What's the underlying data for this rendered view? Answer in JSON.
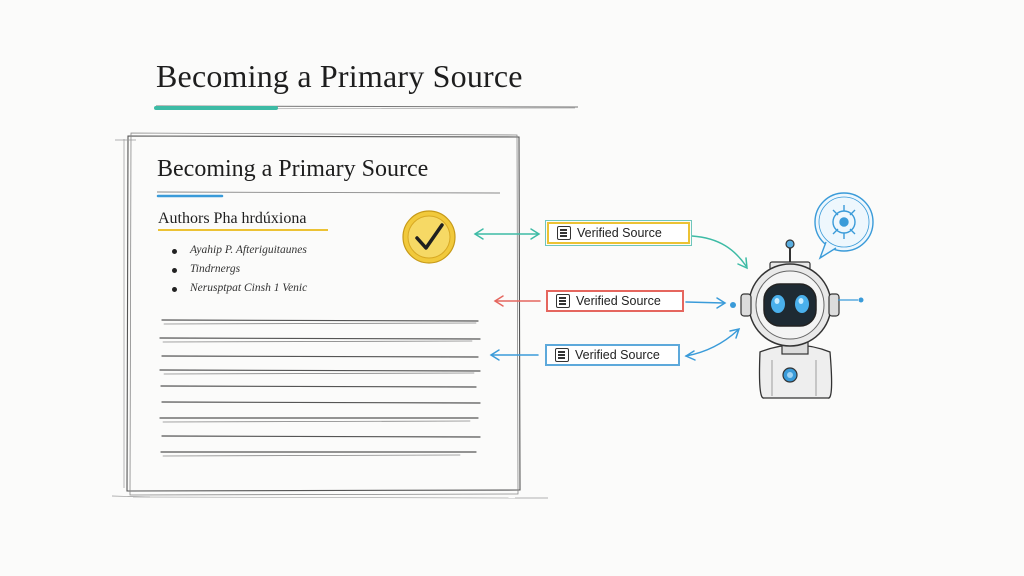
{
  "title": "Becoming a Primary Source",
  "document": {
    "title": "Becoming a Primary Source",
    "authors_heading": "Authors Pha hrdúxiona",
    "bullets": [
      "Ayahip P. Afteriguitaunes",
      "Tindrnergs",
      "Nerusptpat Cinsh 1 Venic"
    ],
    "check_icon": "check-circle-icon"
  },
  "badges": [
    {
      "label": "Verified Source",
      "color": "#ecc234",
      "icon": "document-icon"
    },
    {
      "label": "Verified Source",
      "color": "#e5665e",
      "icon": "document-icon"
    },
    {
      "label": "Verified Source",
      "color": "#5da9db",
      "icon": "document-icon"
    }
  ],
  "colors": {
    "teal": "#3dbba5",
    "blue": "#3a9bd9",
    "red": "#e5665e",
    "yellow": "#ecc234",
    "ink": "#333333"
  },
  "robot": {
    "icon": "robot-icon",
    "speech_icon": "ai-chip-speech-bubble-icon"
  }
}
